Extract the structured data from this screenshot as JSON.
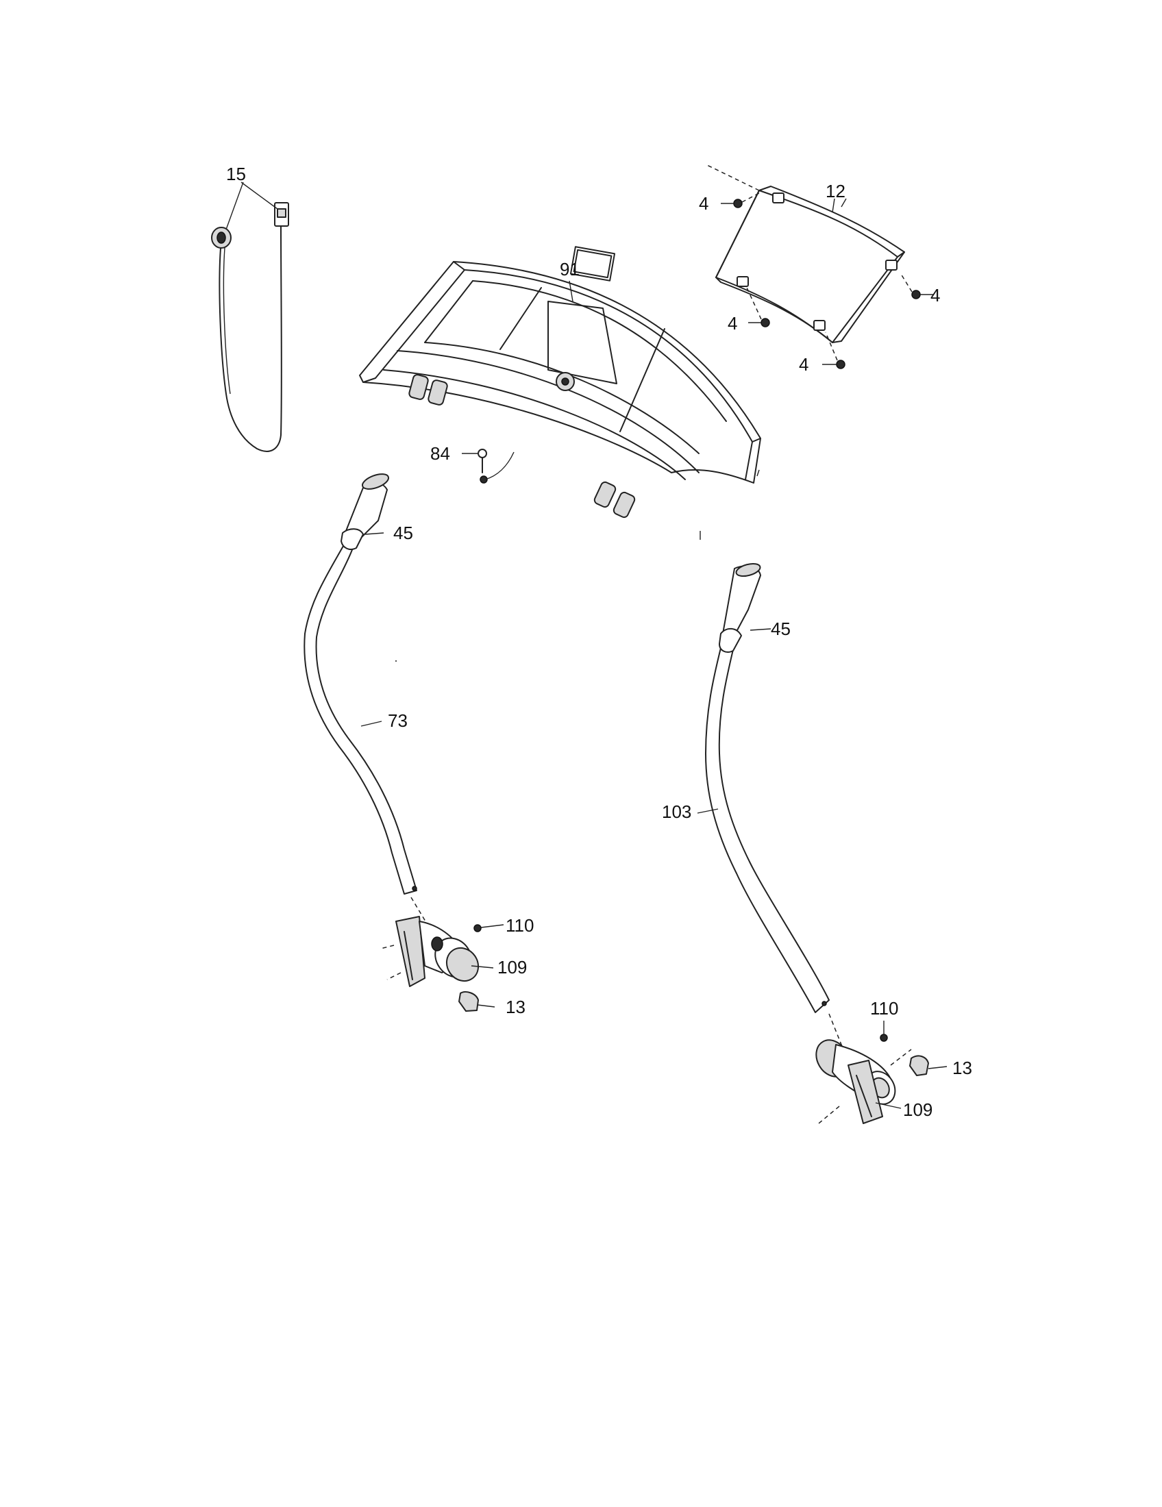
{
  "callouts": [
    {
      "id": "15",
      "text": "15"
    },
    {
      "id": "12",
      "text": "12"
    },
    {
      "id": "4a",
      "text": "4"
    },
    {
      "id": "4b",
      "text": "4"
    },
    {
      "id": "4c",
      "text": "4"
    },
    {
      "id": "4d",
      "text": "4"
    },
    {
      "id": "91",
      "text": "91"
    },
    {
      "id": "84",
      "text": "84"
    },
    {
      "id": "45l",
      "text": "45"
    },
    {
      "id": "45r",
      "text": "45"
    },
    {
      "id": "73",
      "text": "73"
    },
    {
      "id": "103",
      "text": "103"
    },
    {
      "id": "110l",
      "text": "110"
    },
    {
      "id": "109l",
      "text": "109"
    },
    {
      "id": "13l",
      "text": "13"
    },
    {
      "id": "110r",
      "text": "110"
    },
    {
      "id": "13r",
      "text": "13"
    },
    {
      "id": "109r",
      "text": "109"
    }
  ]
}
